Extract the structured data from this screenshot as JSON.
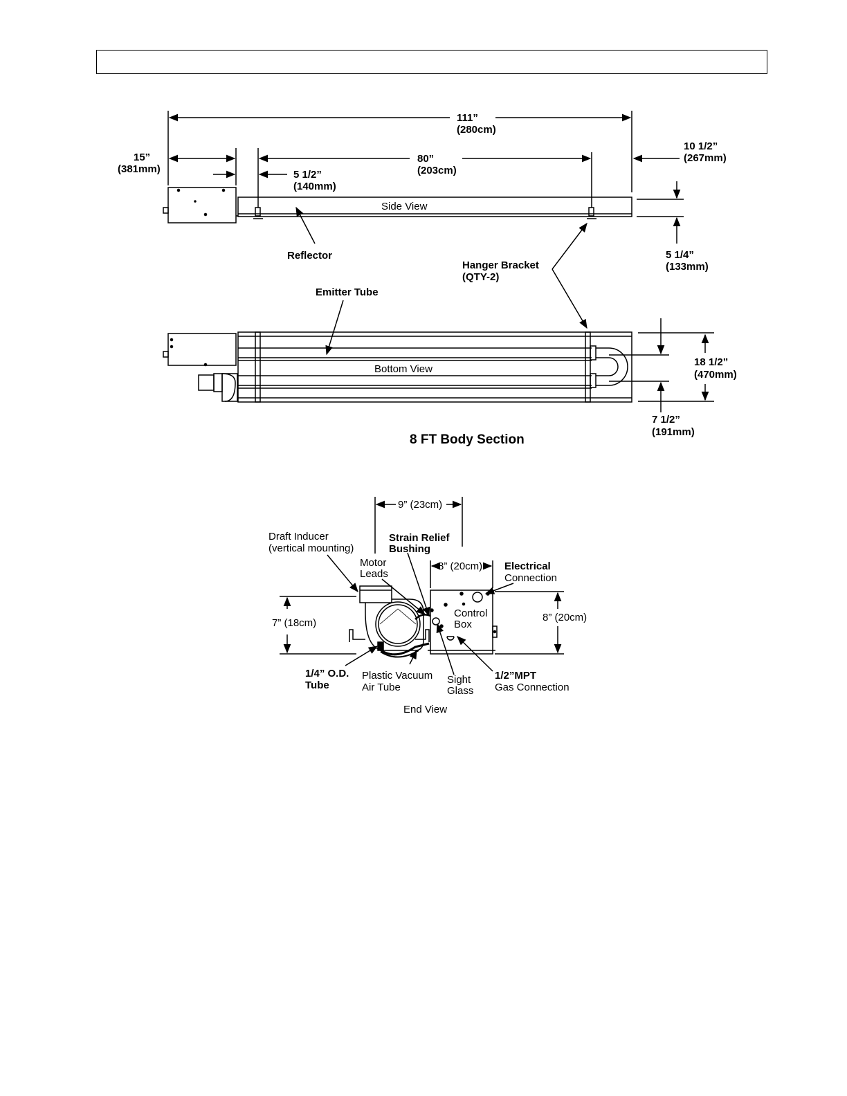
{
  "header": {
    "text": ""
  },
  "side_view": {
    "overall_length": "111”",
    "overall_length_metric": "(280cm)",
    "left_end": "15”",
    "left_end_metric": "(381mm)",
    "hanger_spacing": "80”",
    "hanger_spacing_metric": "(203cm)",
    "hanger_offset": "5 1/2”",
    "hanger_offset_metric": "(140mm)",
    "right_end": "10 1/2”",
    "right_end_metric": "(267mm)",
    "height": "5 1/4”",
    "height_metric": "(133mm)",
    "view_label": "Side View",
    "reflector_label": "Reflector",
    "hanger_label_1": "Hanger Bracket",
    "hanger_label_2": "(QTY-2)"
  },
  "bottom_view": {
    "emitter_label": "Emitter Tube",
    "view_label": "Bottom View",
    "width": "18 1/2”",
    "width_metric": "(470mm)",
    "tube_spacing": "7 1/2”",
    "tube_spacing_metric": "(191mm)"
  },
  "section_title": "8 FT Body Section",
  "end_view": {
    "overall_width": "9” (23cm)",
    "draft_inducer_1": "Draft Inducer",
    "draft_inducer_2": "(vertical mounting)",
    "strain_relief_1": "Strain Relief",
    "strain_relief_2": "Bushing",
    "motor_leads_1": "Motor",
    "motor_leads_2": "Leads",
    "box_width": "8” (20cm)",
    "electrical_1": "Electrical",
    "electrical_2": "Connection",
    "control_box_1": "Control",
    "control_box_2": "Box",
    "left_height": "7” (18cm)",
    "right_height": "8” (20cm)",
    "od_tube_1": "1/4” O.D.",
    "od_tube_2": "Tube",
    "vacuum_tube_1": "Plastic Vacuum",
    "vacuum_tube_2": "Air Tube",
    "sight_glass_1": "Sight",
    "sight_glass_2": "Glass",
    "gas_1": "1/2”MPT",
    "gas_2": "Gas Connection",
    "view_label": "End View"
  }
}
